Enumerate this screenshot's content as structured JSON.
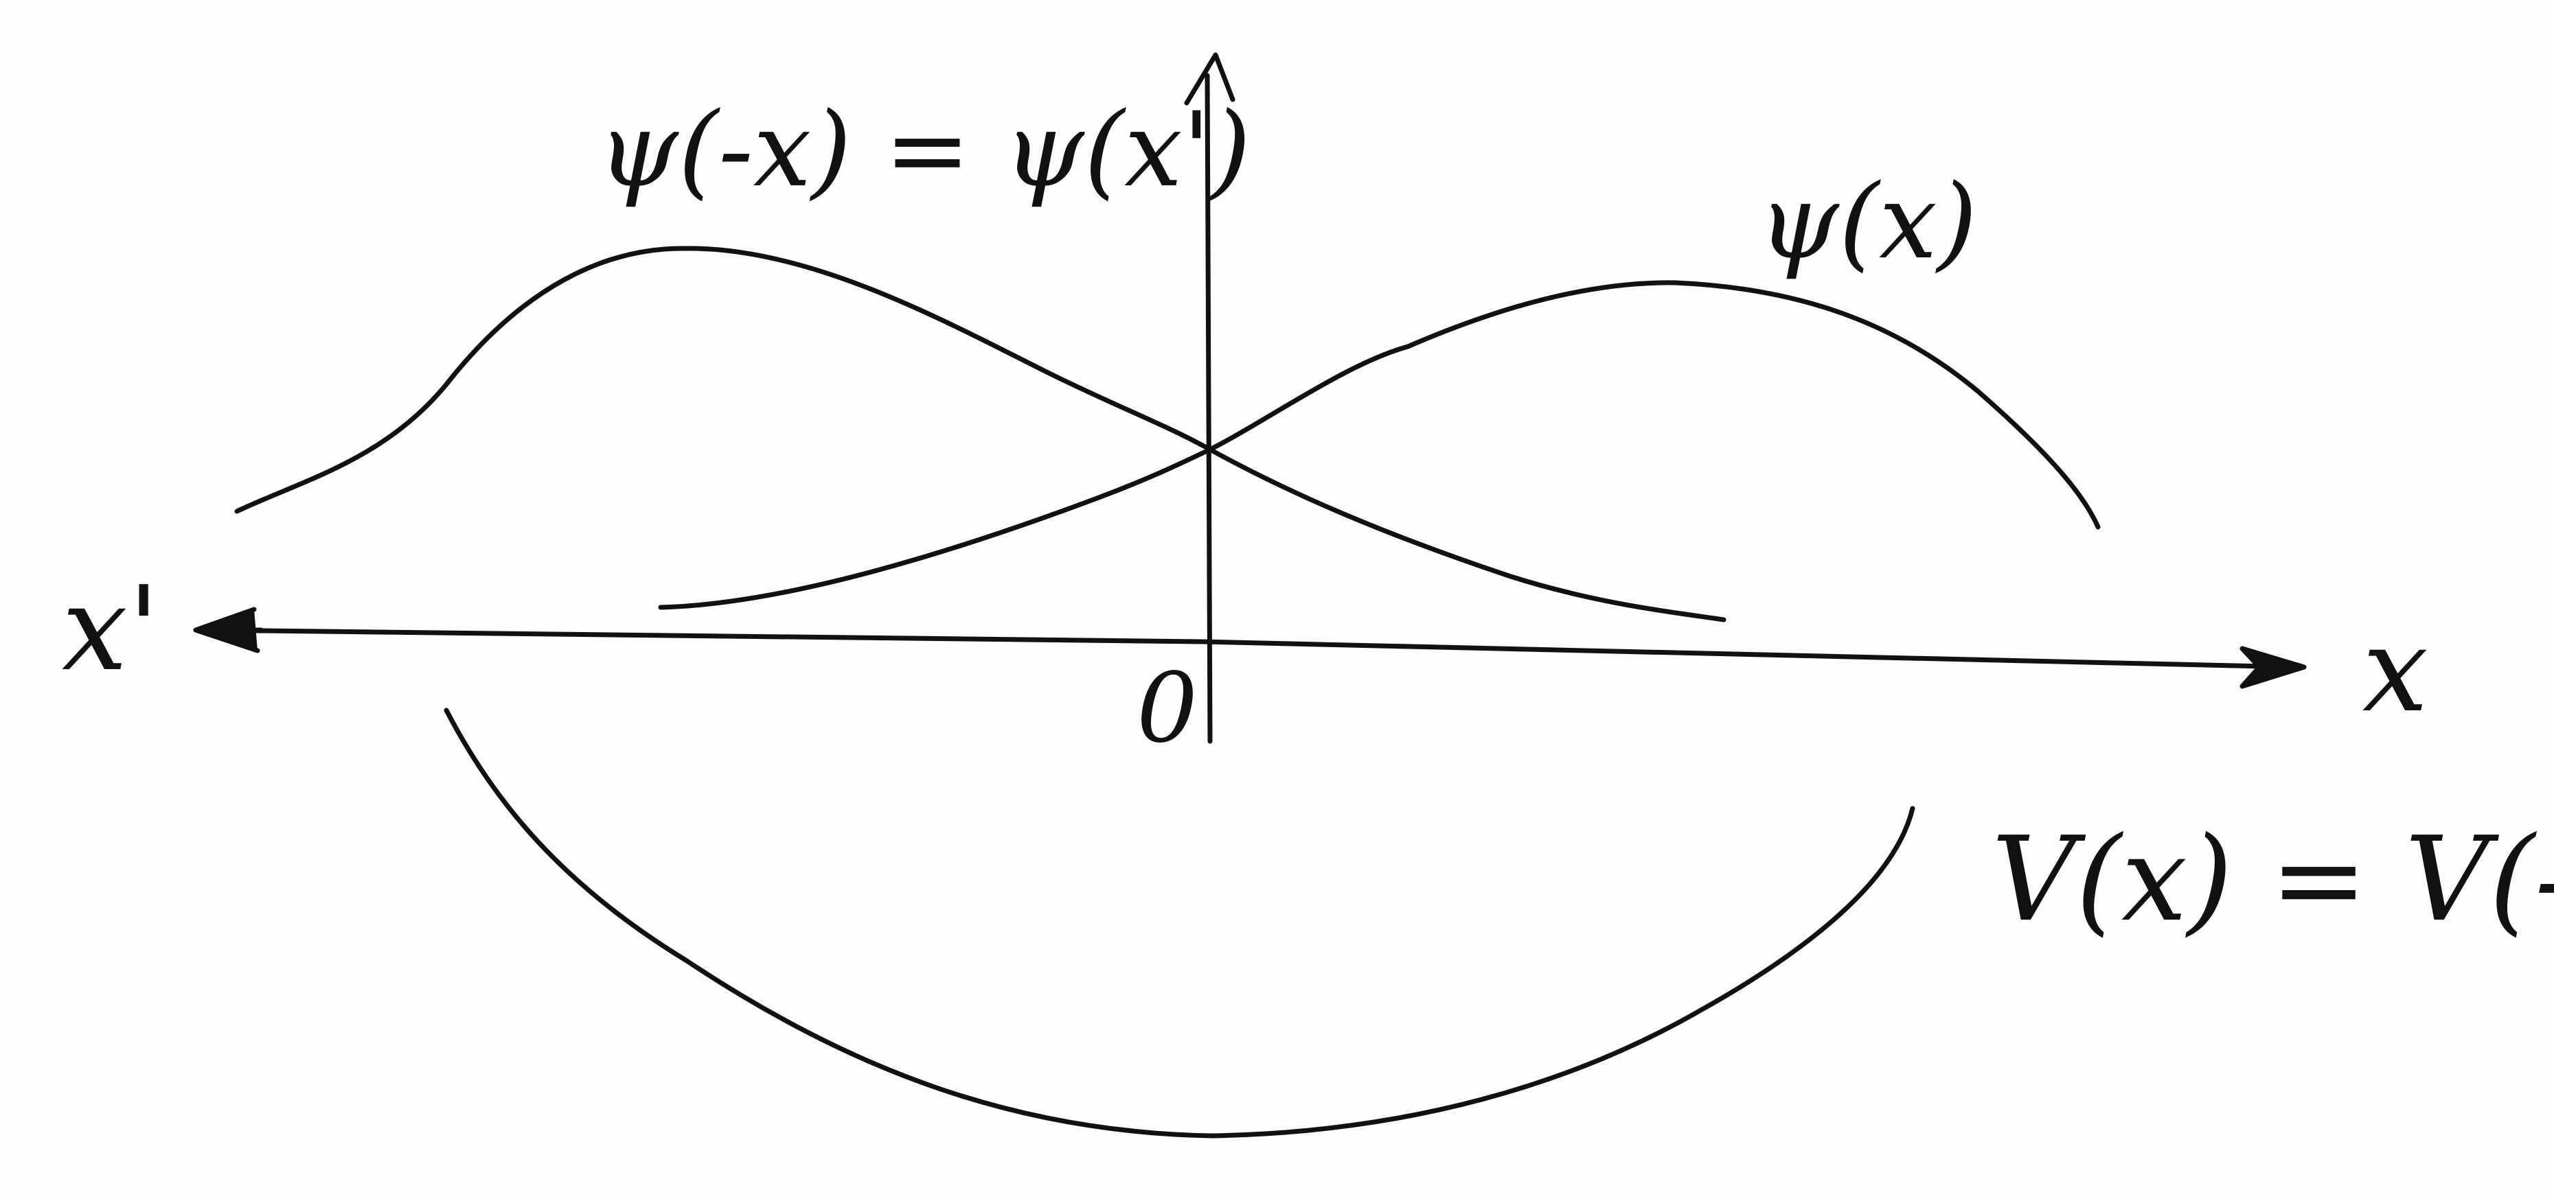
{
  "diagram": {
    "labels": {
      "psi_reflected": "ψ(-x) = ψ(x')",
      "psi": "ψ(x)",
      "potential": "V(x) = V(-x)",
      "x_axis": "x",
      "x_prime_axis": "x'",
      "origin": "0"
    },
    "colors": {
      "ink": "#111111",
      "paper": "#fdfdfc"
    }
  }
}
